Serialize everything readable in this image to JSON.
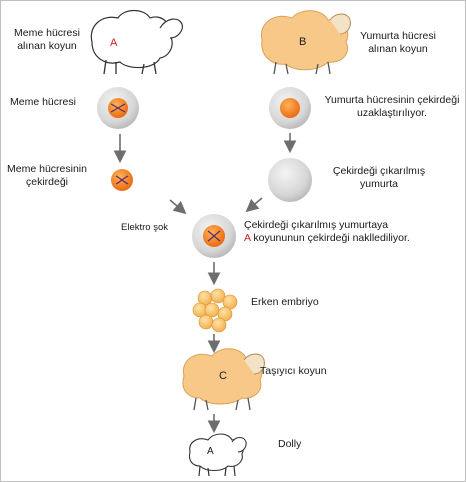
{
  "sheep_a": {
    "letter": "A",
    "caption_line1": "Meme hücresi",
    "caption_line2": "alınan koyun"
  },
  "sheep_b": {
    "letter": "B",
    "caption_line1": "Yumurta hücresi",
    "caption_line2": "alınan koyun"
  },
  "left_column": {
    "cell_label": "Meme hücresi",
    "nucleus_label_line1": "Meme hücresinin",
    "nucleus_label_line2": "çekirdeği"
  },
  "right_column": {
    "egg_label_line1": "Yumurta hücresinin çekirdeği",
    "egg_label_line2": "uzaklaştırılıyor.",
    "enucleated_label_line1": "Çekirdeği çıkarılmış",
    "enucleated_label_line2": "yumurta"
  },
  "fusion": {
    "shock_label": "Elektro şok",
    "label_line1": "Çekirdeği çıkarılmış yumurtaya",
    "label_line2_letter": "A",
    "label_line2_rest": " koyununun çekirdeği nakllediliyor."
  },
  "embryo": {
    "label": "Erken embriyo"
  },
  "surrogate": {
    "letter": "C",
    "label": "Taşıyıcı koyun"
  },
  "dolly": {
    "letter": "A",
    "label": "Dolly"
  },
  "colors": {
    "arrow": "#6e6e6e",
    "wool_b": "#f7c888",
    "cell": "#cfcfcf",
    "nucleus": "#f07a1a",
    "letter_red": "#d32020"
  }
}
